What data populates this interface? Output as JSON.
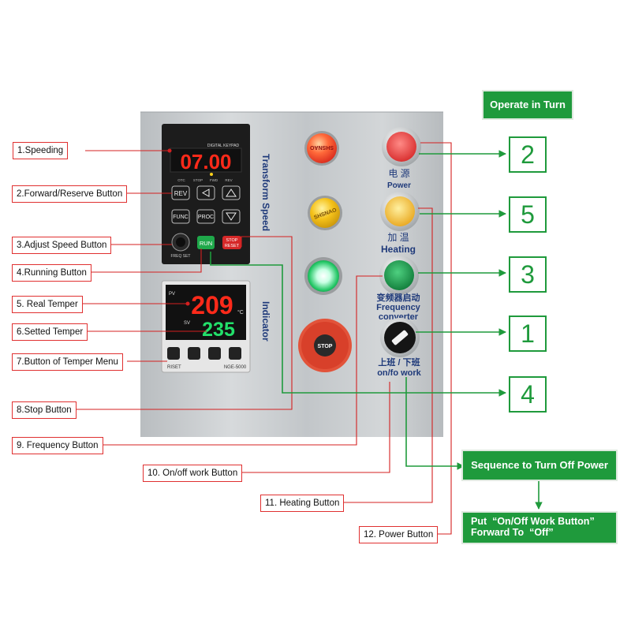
{
  "labels": [
    "1.Speeding",
    "2.Forward/Reserve Button",
    "3.Adjust Speed Button",
    "4.Running Button",
    "5. Real Temper",
    "6.Setted Temper",
    "7.Button of Temper Menu",
    "8.Stop Button",
    "9. Frequency Button",
    "10. On/off work Button",
    "11. Heating Button",
    "12. Power Button"
  ],
  "operate_in_turn": "Operate in Turn",
  "sequence_title": "Sequence to Turn Off Power",
  "sequence_instruction_line1": "Put  “On/Off Work Button”",
  "sequence_instruction_line2": "Forward To  “Off”",
  "order_numbers": [
    "2",
    "5",
    "3",
    "1",
    "4"
  ],
  "panel": {
    "section_transform_speed": "Transform Speed",
    "section_indicator": "Indicator",
    "keypad_header": "DIGITAL KEYPAD",
    "speed_display": "07.00",
    "keypad_status": [
      "OTC",
      "STOP",
      "FWD",
      "REV"
    ],
    "key_rev": "REV",
    "key_func": "FUNC",
    "key_proc": "PROC",
    "key_run": "RUN",
    "key_stop_reset_1": "STOP",
    "key_stop_reset_2": "RESET",
    "freq_set": "FREQ  SET",
    "pv_label": "PV",
    "sv_label": "SV",
    "pv_value": "209",
    "sv_value": "235",
    "unit": "°C",
    "controller_left": "RISET",
    "controller_model": "NGE-5000",
    "lamp_brand": "SHSNAO",
    "power_cn": "电  源",
    "power_en": "Power",
    "heating_cn": "加    温",
    "heating_en": "Heating",
    "freq_cn": "变频器启动",
    "freq_en_1": "Frequency",
    "freq_en_2": "converter",
    "work_cn": "上班 / 下班",
    "work_en": "on/fo   work",
    "estop": "STOP"
  },
  "colors": {
    "label_border": "#e03030",
    "leader_red": "#d42020",
    "flow_green": "#1f9a3c",
    "panel": "#c9cdd0",
    "display_red": "#ff2a1a",
    "display_green": "#22e06a"
  }
}
